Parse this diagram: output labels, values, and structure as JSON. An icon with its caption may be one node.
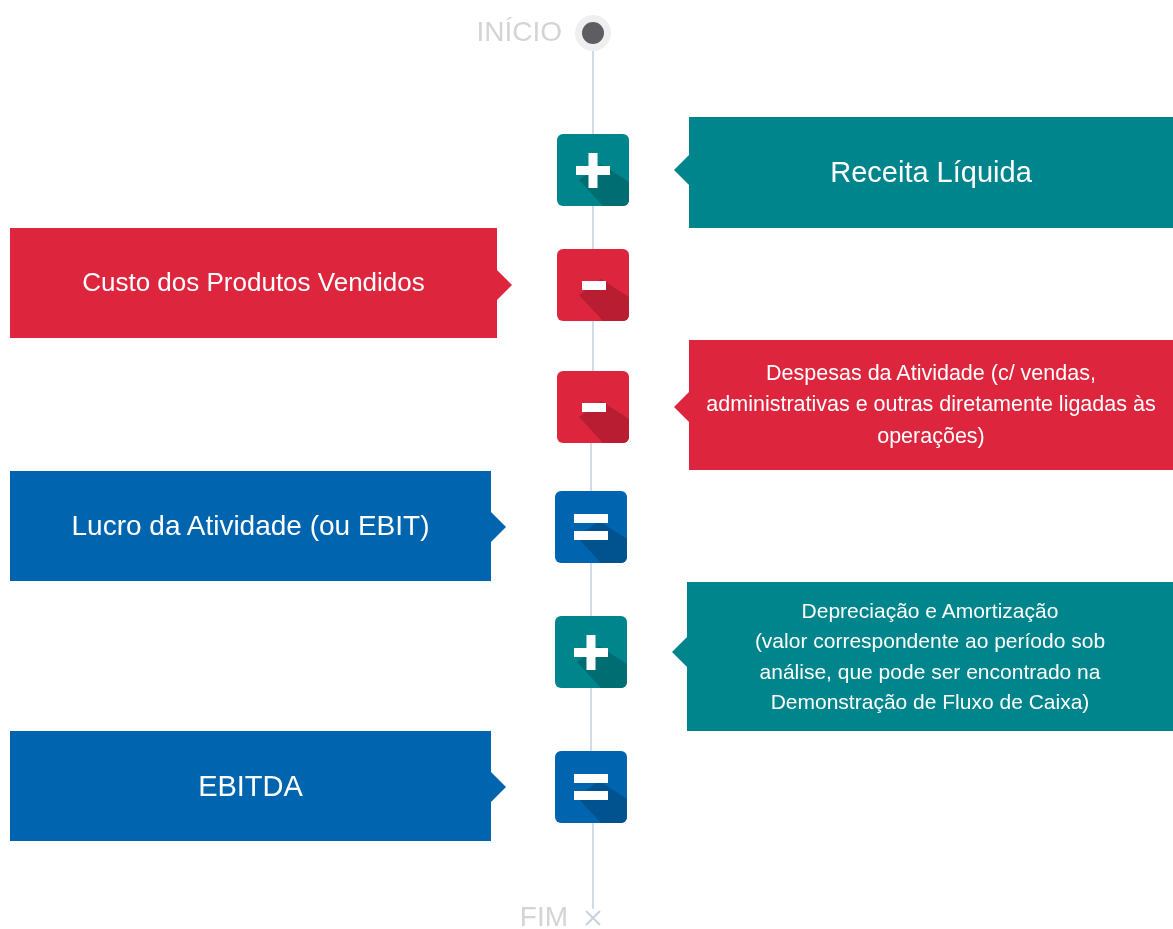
{
  "diagram": {
    "nodes": [
      {
        "text": [],
        "shape": "circle",
        "beside": [
          "INÍCIO"
        ]
      },
      {
        "text": [],
        "shape": "plus"
      },
      {
        "text": [
          "Receita Líquida"
        ]
      },
      {
        "text": [
          "Custo dos Produtos Vendidos"
        ]
      },
      {
        "text": [],
        "shape": "minus"
      },
      {
        "text": [],
        "shape": "minus"
      },
      {
        "text": [
          "Despesas da Atividade (c/ vendas, administrativas e outras diretamente ligadas às operações)"
        ]
      },
      {
        "text": [
          "Lucro da Atividade (ou EBIT)"
        ]
      },
      {
        "text": [],
        "shape": "equals"
      },
      {
        "text": [],
        "shape": "plus"
      },
      {
        "text": [
          "Depreciação e Amortização",
          "(valor correspondente ao período sob análise, que pode ser encontrado na Demonstração de Fluxo de Caixa)"
        ]
      },
      {
        "text": [
          "EBITDA"
        ]
      },
      {
        "text": [],
        "shape": "equals"
      },
      {
        "text": [],
        "shape": "cross",
        "beside": [
          "FIM"
        ]
      }
    ],
    "edges": [
      {
        "from": 0,
        "to": 1,
        "arrow": "none"
      },
      {
        "from": 1,
        "to": 4,
        "arrow": "none"
      },
      {
        "from": 4,
        "to": 5,
        "arrow": "none"
      },
      {
        "from": 5,
        "to": 8,
        "arrow": "none"
      },
      {
        "from": 8,
        "to": 9,
        "arrow": "none"
      },
      {
        "from": 9,
        "to": 12,
        "arrow": "none"
      },
      {
        "from": 12,
        "to": 13,
        "arrow": "none"
      },
      {
        "from": 2,
        "to": 1,
        "arrow": "to",
        "color": "#00858c"
      },
      {
        "from": 3,
        "to": 4,
        "arrow": "to",
        "color": "#dd263e"
      },
      {
        "from": 6,
        "to": 5,
        "arrow": "to",
        "color": "#dd263e"
      },
      {
        "from": 7,
        "to": 8,
        "arrow": "to",
        "color": "#0065ae"
      },
      {
        "from": 10,
        "to": 9,
        "arrow": "to",
        "color": "#00858c"
      },
      {
        "from": 11,
        "to": 12,
        "arrow": "to",
        "color": "#0065ae"
      }
    ]
  }
}
